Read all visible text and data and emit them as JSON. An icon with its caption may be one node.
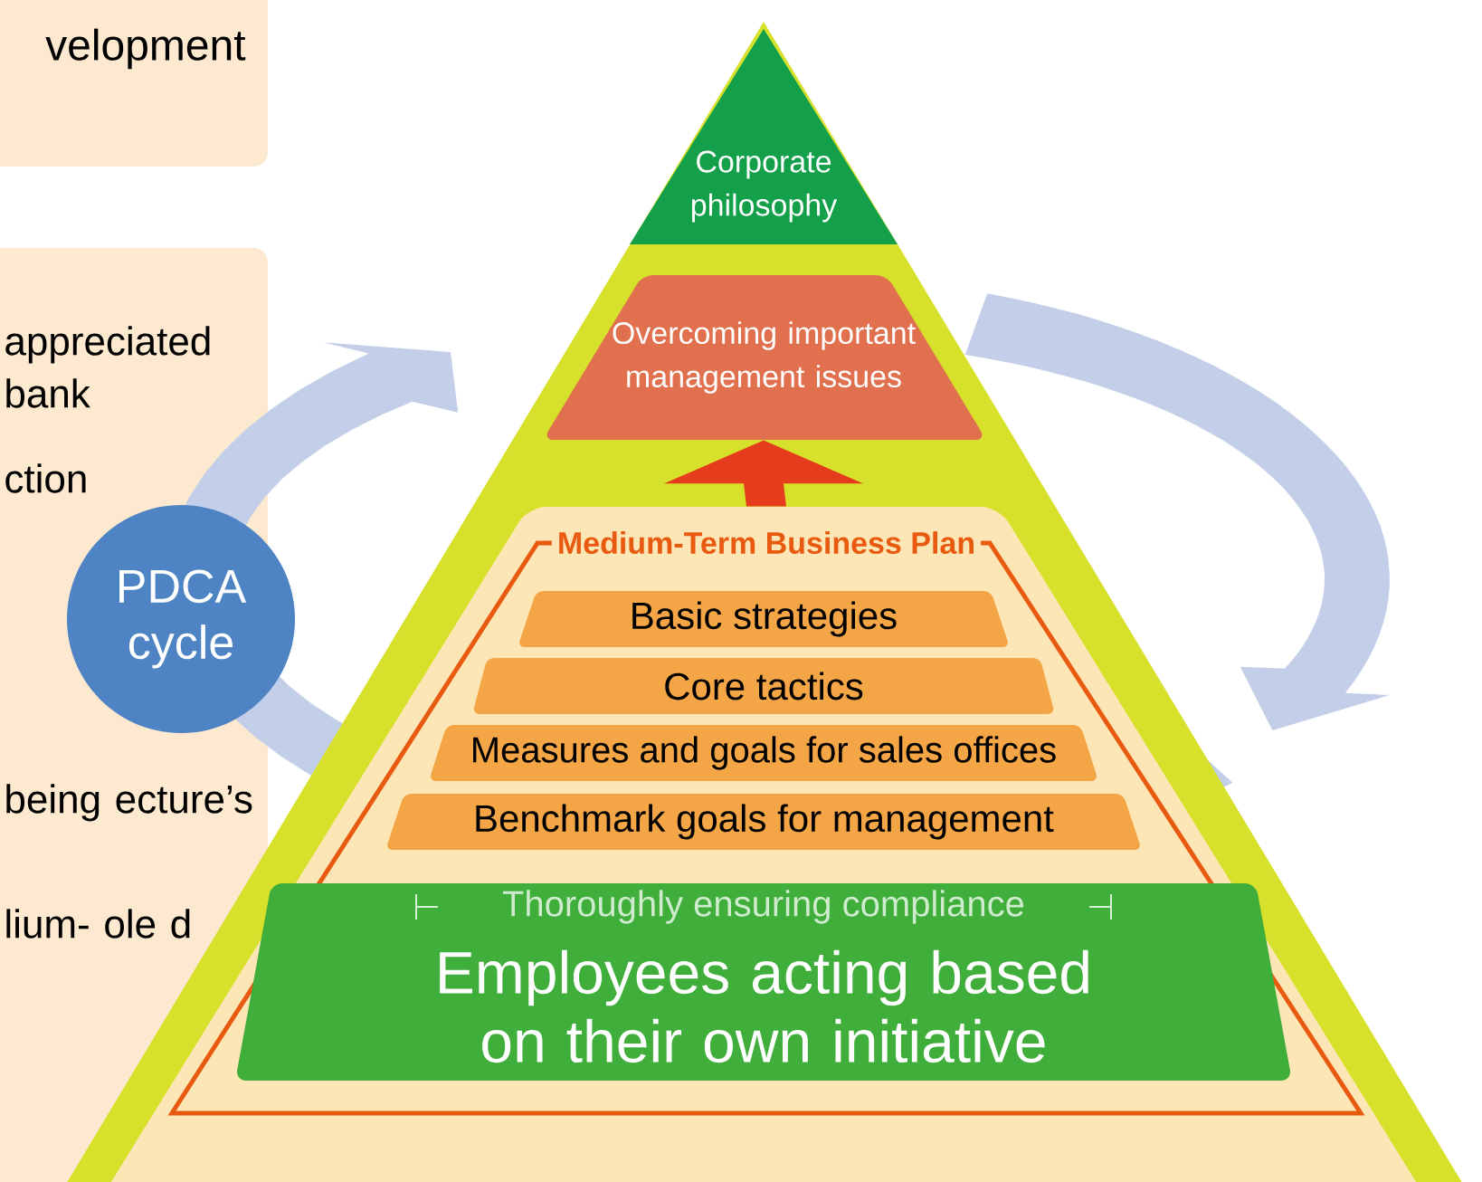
{
  "diagram": {
    "nodes": [
      {
        "text": [
          "velopment"
        ]
      },
      {
        "text": [
          "appreciated bank",
          "ction",
          "being ecture’s",
          "lium- ole d"
        ]
      },
      {
        "text": [
          "Corporate philosophy"
        ]
      },
      {
        "text": [
          "Overcoming important management issues"
        ]
      },
      {
        "text": [
          "Medium-Term Business Plan"
        ]
      },
      {
        "text": [
          "Basic strategies"
        ],
        "in": 4
      },
      {
        "text": [
          "Core tactics"
        ],
        "in": 4
      },
      {
        "text": [
          "Measures and goals for sales offices"
        ],
        "in": 4
      },
      {
        "text": [
          "Benchmark goals for management"
        ],
        "in": 4
      },
      {
        "text": [
          "Thoroughly ensuring compliance",
          "Employees acting based on their own initiative"
        ],
        "in": 4
      },
      {
        "text": [
          "PDCA cycle"
        ]
      }
    ],
    "edges": [
      {
        "from": 4,
        "to": 3,
        "arrow": "to"
      }
    ]
  }
}
